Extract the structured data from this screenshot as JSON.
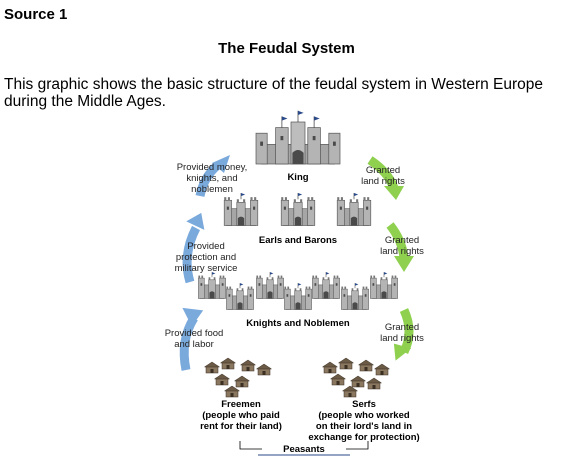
{
  "source_label": "Source 1",
  "title": "The Feudal System",
  "intro": "This graphic shows the basic structure of the feudal system in Western Europe during the Middle Ages.",
  "levels": {
    "king": "King",
    "earls": "Earls and Barons",
    "knights": "Knights and Noblemen",
    "freemen": [
      "Freemen",
      "(people who paid",
      "rent for their land)"
    ],
    "serfs": [
      "Serfs",
      "(people who worked",
      "on their lord's land in",
      "exchange for protection)"
    ],
    "peasants": "Peasants"
  },
  "left_labels": {
    "top": [
      "Provided money,",
      "knights, and",
      "noblemen"
    ],
    "middle": [
      "Provided",
      "protection and",
      "military service"
    ],
    "bottom": [
      "Provided food",
      "and labor"
    ]
  },
  "right_labels": {
    "top": [
      "Granted",
      "land rights"
    ],
    "middle": [
      "Granted",
      "land rights"
    ],
    "bottom": [
      "Granted",
      "land rights"
    ]
  },
  "colors": {
    "up_arrow": "#7aa9dc",
    "down_arrow": "#8fd14f",
    "castle_stone": "#a6a6a6",
    "castle_dark": "#4a4a4a",
    "flag": "#2b4a8a",
    "hut": "#6b5a45"
  }
}
